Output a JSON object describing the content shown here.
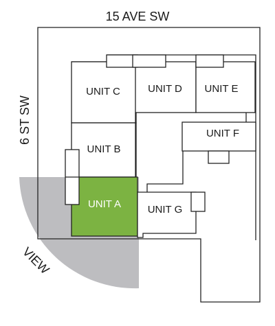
{
  "streets": {
    "north": "15 AVE SW",
    "west": "6 ST SW"
  },
  "view_label": "VIEW",
  "colors": {
    "selected_fill": "#7cb342",
    "view_cone": "#bdbdc0",
    "outline": "#222222"
  },
  "units": [
    {
      "id": "C",
      "label": "UNIT C",
      "selected": false
    },
    {
      "id": "D",
      "label": "UNIT D",
      "selected": false
    },
    {
      "id": "E",
      "label": "UNIT E",
      "selected": false
    },
    {
      "id": "F",
      "label": "UNIT F",
      "selected": false
    },
    {
      "id": "B",
      "label": "UNIT B",
      "selected": false
    },
    {
      "id": "A",
      "label": "UNIT A",
      "selected": true
    },
    {
      "id": "G",
      "label": "UNIT G",
      "selected": false
    }
  ]
}
